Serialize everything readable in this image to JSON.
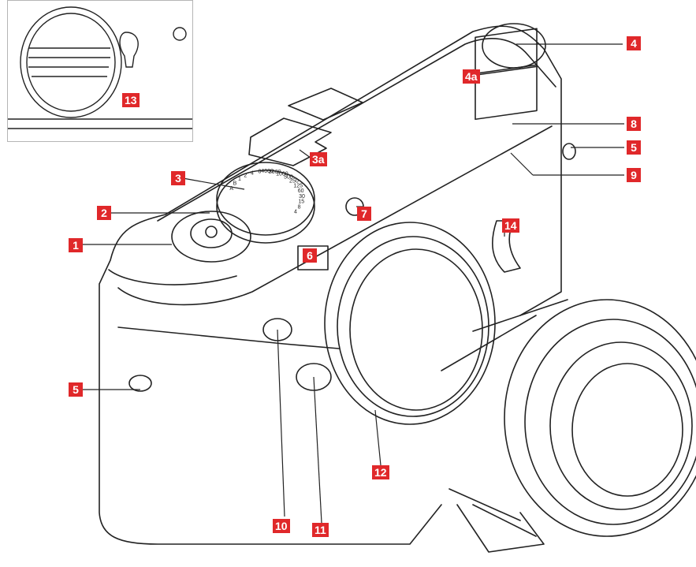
{
  "callouts": [
    {
      "id": "1",
      "text": "1"
    },
    {
      "id": "2",
      "text": "2"
    },
    {
      "id": "3",
      "text": "3"
    },
    {
      "id": "3a",
      "text": "3a"
    },
    {
      "id": "4",
      "text": "4"
    },
    {
      "id": "4a",
      "text": "4a"
    },
    {
      "id": "5a",
      "text": "5"
    },
    {
      "id": "5b",
      "text": "5"
    },
    {
      "id": "6",
      "text": "6"
    },
    {
      "id": "7",
      "text": "7"
    },
    {
      "id": "8",
      "text": "8"
    },
    {
      "id": "9",
      "text": "9"
    },
    {
      "id": "10",
      "text": "10"
    },
    {
      "id": "11",
      "text": "11"
    },
    {
      "id": "12",
      "text": "12"
    },
    {
      "id": "13",
      "text": "13"
    },
    {
      "id": "14",
      "text": "14"
    }
  ],
  "shutter_dial_markings": [
    "4",
    "8",
    "15",
    "30",
    "60",
    "125",
    "250",
    "500",
    "1000",
    "2000",
    "4000",
    "8",
    "4",
    "2",
    "1",
    "B",
    "A"
  ],
  "colors": {
    "callout": "#e0282a",
    "line": "#222222",
    "body_fill": "#ffffff"
  }
}
